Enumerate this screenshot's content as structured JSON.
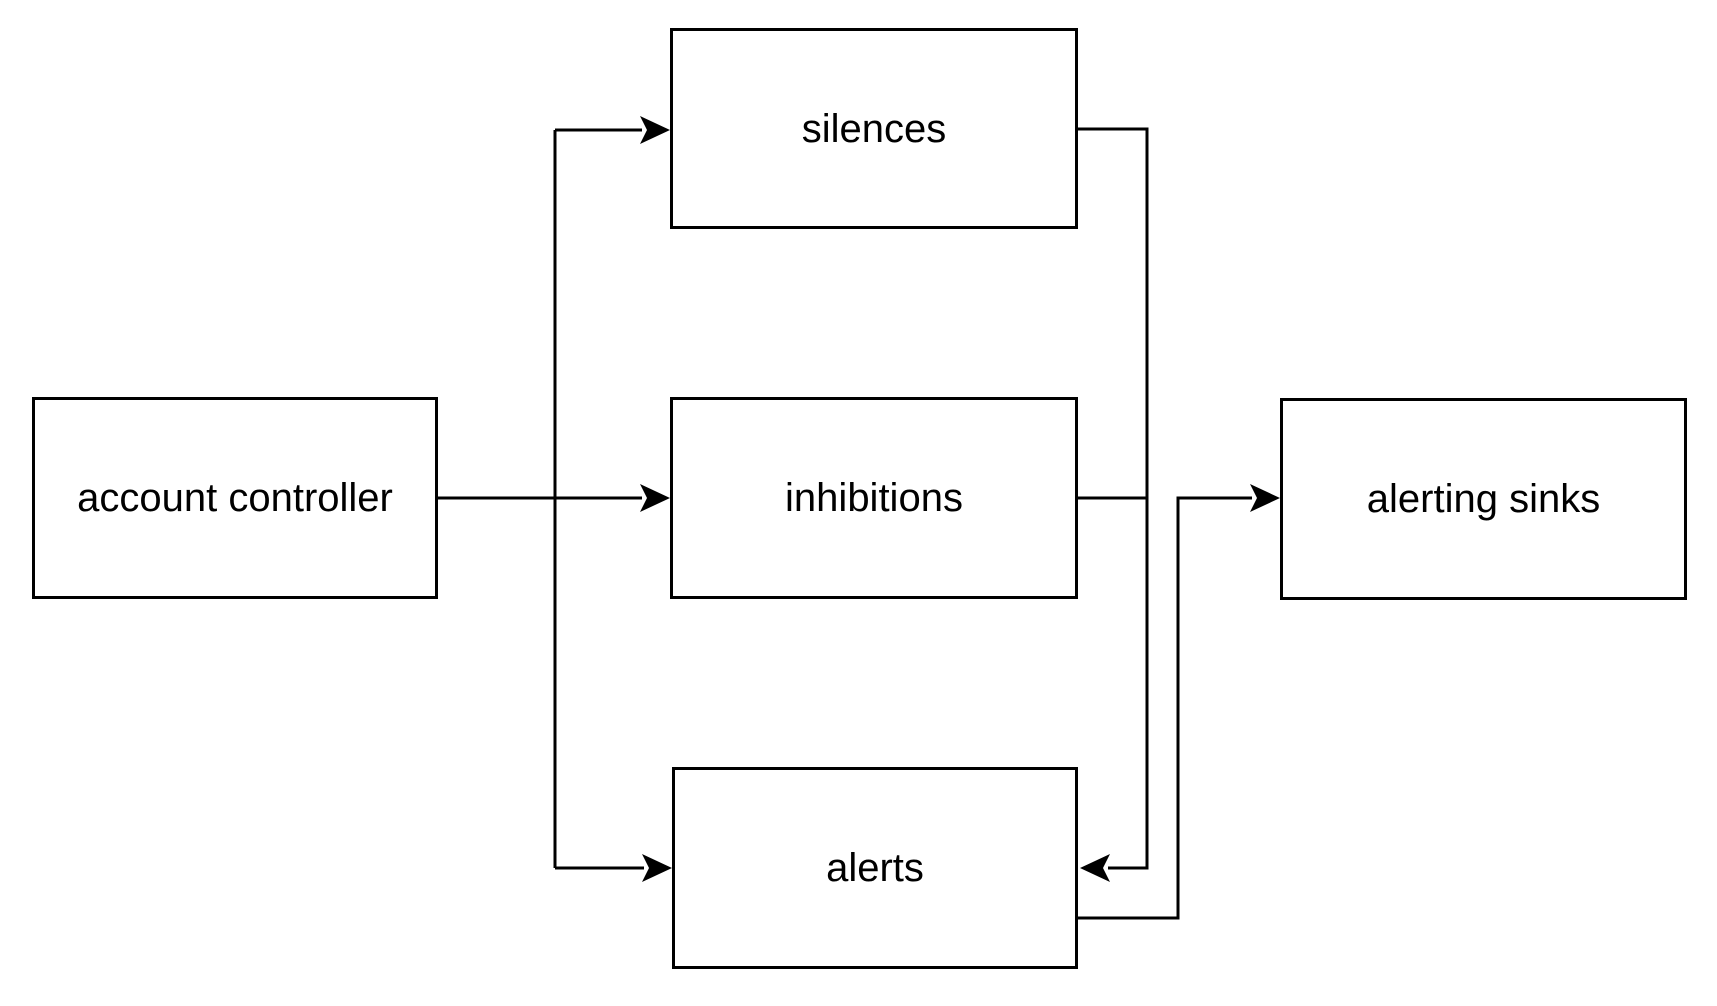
{
  "diagram": {
    "background_color": "#ffffff",
    "stroke_color": "#000000",
    "nodes": {
      "account_controller": {
        "label": "account controller"
      },
      "silences": {
        "label": "silences"
      },
      "inhibitions": {
        "label": "inhibitions"
      },
      "alerts": {
        "label": "alerts"
      },
      "alerting_sinks": {
        "label": "alerting sinks"
      }
    },
    "edges": [
      {
        "from": "account controller",
        "to": "silences"
      },
      {
        "from": "account controller",
        "to": "inhibitions"
      },
      {
        "from": "account controller",
        "to": "alerts"
      },
      {
        "from": "silences",
        "to": "alerts"
      },
      {
        "from": "inhibitions",
        "to": "alerts"
      },
      {
        "from": "alerts",
        "to": "alerting sinks"
      }
    ]
  }
}
